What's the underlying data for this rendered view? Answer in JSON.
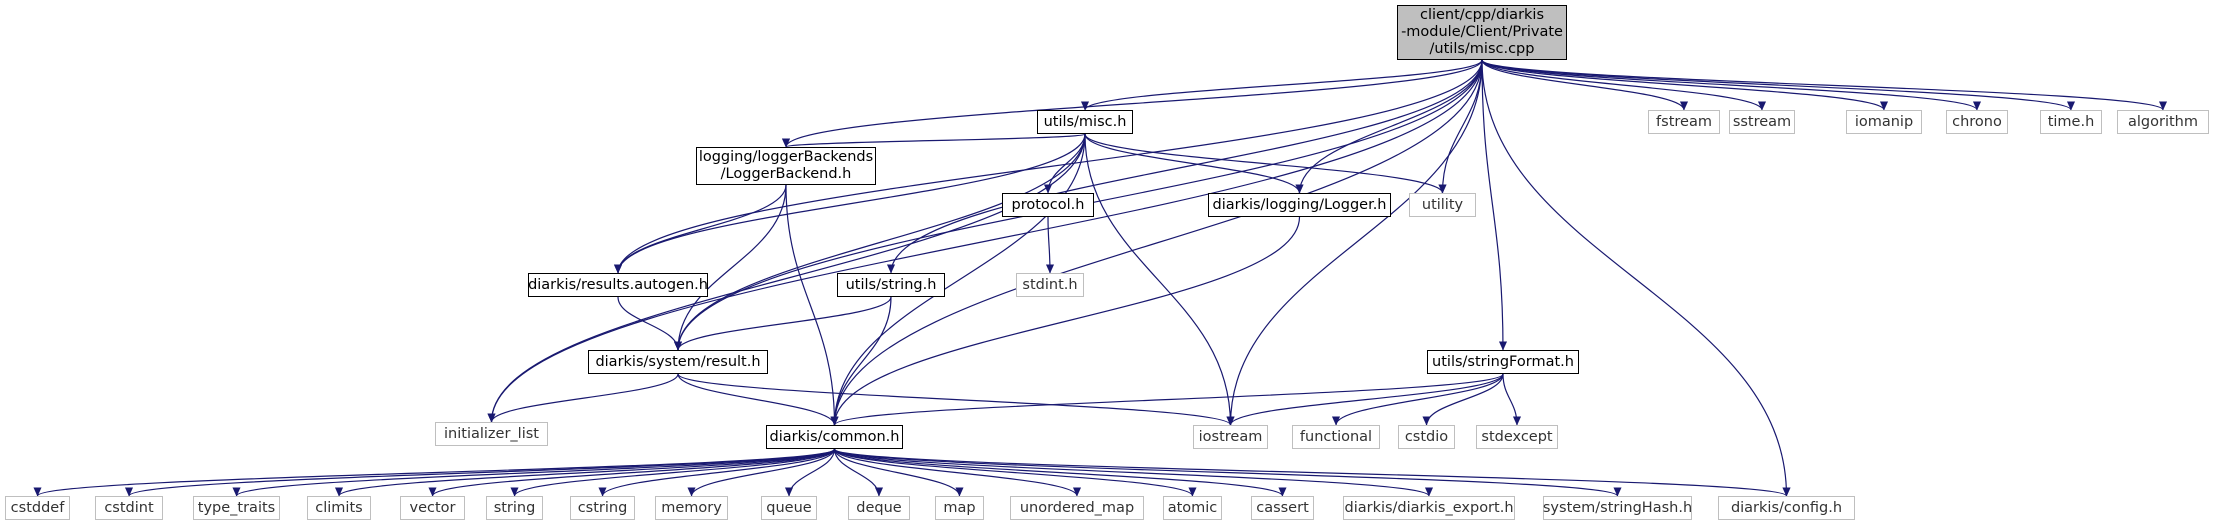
{
  "colors": {
    "edge": "#191970",
    "documented_border": "#000000",
    "undocumented_border": "#bfbfbf",
    "focus_fill": "#bfbfbf"
  },
  "nodes": [
    {
      "id": "misc_cpp",
      "label": "client/cpp/diarkis\n-module/Client/Private\n/utils/misc.cpp",
      "kind": "focus"
    },
    {
      "id": "utils_misc_h",
      "label": "utils/misc.h",
      "kind": "doc"
    },
    {
      "id": "fstream",
      "label": "fstream",
      "kind": "sys"
    },
    {
      "id": "sstream",
      "label": "sstream",
      "kind": "sys"
    },
    {
      "id": "iomanip",
      "label": "iomanip",
      "kind": "sys"
    },
    {
      "id": "chrono",
      "label": "chrono",
      "kind": "sys"
    },
    {
      "id": "time_h",
      "label": "time.h",
      "kind": "sys"
    },
    {
      "id": "algorithm",
      "label": "algorithm",
      "kind": "sys"
    },
    {
      "id": "logger_backend_h",
      "label": "logging/loggerBackends\n/LoggerBackend.h",
      "kind": "doc"
    },
    {
      "id": "protocol_h",
      "label": "protocol.h",
      "kind": "doc"
    },
    {
      "id": "logger_h",
      "label": "diarkis/logging/Logger.h",
      "kind": "doc"
    },
    {
      "id": "utility",
      "label": "utility",
      "kind": "sys"
    },
    {
      "id": "stdint_h",
      "label": "stdint.h",
      "kind": "sys"
    },
    {
      "id": "results_autogen_h",
      "label": "diarkis/results.autogen.h",
      "kind": "doc"
    },
    {
      "id": "utils_string_h",
      "label": "utils/string.h",
      "kind": "doc"
    },
    {
      "id": "result_h",
      "label": "diarkis/system/result.h",
      "kind": "doc"
    },
    {
      "id": "string_format_h",
      "label": "utils/stringFormat.h",
      "kind": "doc"
    },
    {
      "id": "initializer_list",
      "label": "initializer_list",
      "kind": "sys"
    },
    {
      "id": "common_h",
      "label": "diarkis/common.h",
      "kind": "doc"
    },
    {
      "id": "iostream",
      "label": "iostream",
      "kind": "sys"
    },
    {
      "id": "functional",
      "label": "functional",
      "kind": "sys"
    },
    {
      "id": "cstdio",
      "label": "cstdio",
      "kind": "sys"
    },
    {
      "id": "stdexcept",
      "label": "stdexcept",
      "kind": "sys"
    },
    {
      "id": "cstddef",
      "label": "cstddef",
      "kind": "sys"
    },
    {
      "id": "cstdint",
      "label": "cstdint",
      "kind": "sys"
    },
    {
      "id": "type_traits",
      "label": "type_traits",
      "kind": "sys"
    },
    {
      "id": "climits",
      "label": "climits",
      "kind": "sys"
    },
    {
      "id": "vector",
      "label": "vector",
      "kind": "sys"
    },
    {
      "id": "string",
      "label": "string",
      "kind": "sys"
    },
    {
      "id": "cstring",
      "label": "cstring",
      "kind": "sys"
    },
    {
      "id": "memory",
      "label": "memory",
      "kind": "sys"
    },
    {
      "id": "queue",
      "label": "queue",
      "kind": "sys"
    },
    {
      "id": "deque",
      "label": "deque",
      "kind": "sys"
    },
    {
      "id": "map",
      "label": "map",
      "kind": "sys"
    },
    {
      "id": "unordered_map",
      "label": "unordered_map",
      "kind": "sys"
    },
    {
      "id": "atomic",
      "label": "atomic",
      "kind": "sys"
    },
    {
      "id": "cassert",
      "label": "cassert",
      "kind": "sys"
    },
    {
      "id": "diarkis_export_h",
      "label": "diarkis/diarkis_export.h",
      "kind": "sys"
    },
    {
      "id": "string_hash_h",
      "label": "system/stringHash.h",
      "kind": "sys"
    },
    {
      "id": "config_h",
      "label": "diarkis/config.h",
      "kind": "sys"
    }
  ],
  "edges": [
    [
      "misc_cpp",
      "utils_misc_h"
    ],
    [
      "misc_cpp",
      "fstream"
    ],
    [
      "misc_cpp",
      "sstream"
    ],
    [
      "misc_cpp",
      "iomanip"
    ],
    [
      "misc_cpp",
      "chrono"
    ],
    [
      "misc_cpp",
      "time_h"
    ],
    [
      "misc_cpp",
      "algorithm"
    ],
    [
      "misc_cpp",
      "logger_backend_h"
    ],
    [
      "misc_cpp",
      "logger_h"
    ],
    [
      "misc_cpp",
      "utility"
    ],
    [
      "misc_cpp",
      "results_autogen_h"
    ],
    [
      "misc_cpp",
      "utils_string_h"
    ],
    [
      "misc_cpp",
      "result_h"
    ],
    [
      "misc_cpp",
      "initializer_list"
    ],
    [
      "misc_cpp",
      "common_h"
    ],
    [
      "misc_cpp",
      "iostream"
    ],
    [
      "misc_cpp",
      "string_format_h"
    ],
    [
      "misc_cpp",
      "config_h"
    ],
    [
      "utils_misc_h",
      "logger_backend_h"
    ],
    [
      "utils_misc_h",
      "protocol_h"
    ],
    [
      "utils_misc_h",
      "logger_h"
    ],
    [
      "utils_misc_h",
      "utility"
    ],
    [
      "utils_misc_h",
      "results_autogen_h"
    ],
    [
      "utils_misc_h",
      "result_h"
    ],
    [
      "utils_misc_h",
      "initializer_list"
    ],
    [
      "utils_misc_h",
      "common_h"
    ],
    [
      "utils_misc_h",
      "iostream"
    ],
    [
      "logger_backend_h",
      "results_autogen_h"
    ],
    [
      "logger_backend_h",
      "result_h"
    ],
    [
      "logger_backend_h",
      "common_h"
    ],
    [
      "protocol_h",
      "stdint_h"
    ],
    [
      "logger_h",
      "common_h"
    ],
    [
      "results_autogen_h",
      "result_h"
    ],
    [
      "utils_string_h",
      "result_h"
    ],
    [
      "utils_string_h",
      "common_h"
    ],
    [
      "result_h",
      "initializer_list"
    ],
    [
      "result_h",
      "common_h"
    ],
    [
      "result_h",
      "iostream"
    ],
    [
      "string_format_h",
      "common_h"
    ],
    [
      "string_format_h",
      "iostream"
    ],
    [
      "string_format_h",
      "functional"
    ],
    [
      "string_format_h",
      "cstdio"
    ],
    [
      "string_format_h",
      "stdexcept"
    ],
    [
      "common_h",
      "cstddef"
    ],
    [
      "common_h",
      "cstdint"
    ],
    [
      "common_h",
      "type_traits"
    ],
    [
      "common_h",
      "climits"
    ],
    [
      "common_h",
      "vector"
    ],
    [
      "common_h",
      "string"
    ],
    [
      "common_h",
      "cstring"
    ],
    [
      "common_h",
      "memory"
    ],
    [
      "common_h",
      "queue"
    ],
    [
      "common_h",
      "deque"
    ],
    [
      "common_h",
      "map"
    ],
    [
      "common_h",
      "unordered_map"
    ],
    [
      "common_h",
      "atomic"
    ],
    [
      "common_h",
      "cassert"
    ],
    [
      "common_h",
      "diarkis_export_h"
    ],
    [
      "common_h",
      "string_hash_h"
    ],
    [
      "common_h",
      "config_h"
    ]
  ]
}
